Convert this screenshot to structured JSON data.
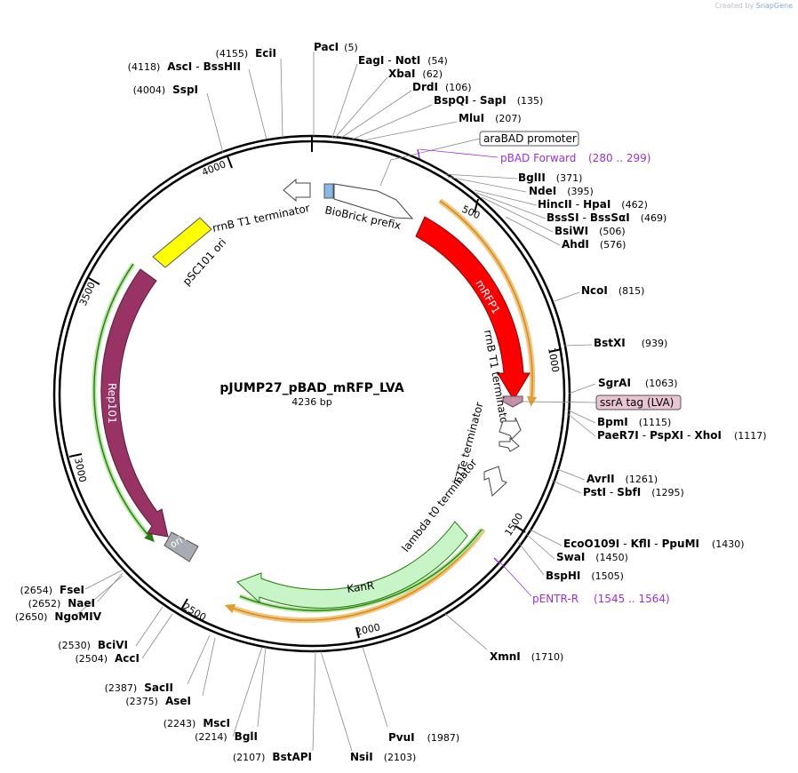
{
  "app": {
    "credit": "Created by",
    "brand": "SnapGene"
  },
  "plasmid": {
    "name": "pJUMP27_pBAD_mRFP_LVA",
    "length_label": "4236 bp",
    "length": 4236
  },
  "ruler": [
    "500",
    "1000",
    "1500",
    "2000",
    "2500",
    "3000",
    "3500",
    "4000"
  ],
  "features": [
    {
      "name": "araBAD promoter",
      "type": "boxed-label"
    },
    {
      "name": "BioBrick prefix",
      "type": "misc"
    },
    {
      "name": "mRFP1",
      "type": "cds",
      "color": "#ff0000"
    },
    {
      "name": "ssrA tag (LVA)",
      "type": "tag",
      "color": "#c890a8"
    },
    {
      "name": "rrnB T1 terminator",
      "type": "terminator"
    },
    {
      "name": "T7Te terminator",
      "type": "terminator"
    },
    {
      "name": "lambda t0 terminator",
      "type": "terminator"
    },
    {
      "name": "KanR",
      "type": "cds",
      "color": "#c8f5c8"
    },
    {
      "name": "oriT",
      "type": "misc",
      "color": "#9aa0a8"
    },
    {
      "name": "Rep101",
      "type": "cds",
      "color": "#993366"
    },
    {
      "name": "pSC101 ori",
      "type": "rep_origin",
      "color": "#ffff00"
    },
    {
      "name": "rrnB T1 terminator",
      "type": "terminator"
    }
  ],
  "primers": [
    {
      "name": "pBAD Forward",
      "range": "(280 .. 299)"
    },
    {
      "name": "pENTR-R",
      "range": "(1545 .. 1564)"
    }
  ],
  "sites": {
    "PacI": {
      "n": "PacI",
      "p": "(5)"
    },
    "EagI": {
      "n": "EagI",
      "p": ""
    },
    "NotI": {
      "n": "NotI",
      "p": "(54)"
    },
    "XbaI": {
      "n": "XbaI",
      "p": "(62)"
    },
    "DrdI": {
      "n": "DrdI",
      "p": "(106)"
    },
    "BspQI": {
      "n": "BspQI",
      "p": ""
    },
    "SapI": {
      "n": "SapI",
      "p": "(135)"
    },
    "MluI": {
      "n": "MluI",
      "p": "(207)"
    },
    "BglII": {
      "n": "BglII",
      "p": "(371)"
    },
    "NdeI": {
      "n": "NdeI",
      "p": "(395)"
    },
    "HincII": {
      "n": "HincII",
      "p": ""
    },
    "HpaI": {
      "n": "HpaI",
      "p": "(462)"
    },
    "BssSI": {
      "n": "BssSI",
      "p": ""
    },
    "BssSaI": {
      "n": "BssSαI",
      "p": "(469)"
    },
    "BsiWI": {
      "n": "BsiWI",
      "p": "(506)"
    },
    "AhdI": {
      "n": "AhdI",
      "p": "(576)"
    },
    "NcoI": {
      "n": "NcoI",
      "p": "(815)"
    },
    "BstXI": {
      "n": "BstXI",
      "p": "(939)"
    },
    "SgrAI": {
      "n": "SgrAI",
      "p": "(1063)"
    },
    "BpmI": {
      "n": "BpmI",
      "p": "(1115)"
    },
    "PaeR7I": {
      "n": "PaeR7I",
      "p": ""
    },
    "PspXI": {
      "n": "PspXI",
      "p": ""
    },
    "XhoI": {
      "n": "XhoI",
      "p": "(1117)"
    },
    "AvrII": {
      "n": "AvrII",
      "p": "(1261)"
    },
    "PstI": {
      "n": "PstI",
      "p": ""
    },
    "SbfI": {
      "n": "SbfI",
      "p": "(1295)"
    },
    "EcoO109I": {
      "n": "EcoO109I",
      "p": ""
    },
    "KflI": {
      "n": "KflI",
      "p": ""
    },
    "PpuMI": {
      "n": "PpuMI",
      "p": "(1430)"
    },
    "SwaI": {
      "n": "SwaI",
      "p": "(1450)"
    },
    "BspHI": {
      "n": "BspHI",
      "p": "(1505)"
    },
    "XmnI": {
      "n": "XmnI",
      "p": "(1710)"
    },
    "PvuI": {
      "n": "PvuI",
      "p": "(1987)"
    },
    "NsiI": {
      "n": "NsiI",
      "p": "(2103)"
    },
    "BstAPI": {
      "n": "BstAPI",
      "p": "(2107)"
    },
    "BglI": {
      "n": "BglI",
      "p": "(2214)"
    },
    "MscI": {
      "n": "MscI",
      "p": "(2243)"
    },
    "AseI": {
      "n": "AseI",
      "p": "(2375)"
    },
    "SacII": {
      "n": "SacII",
      "p": "(2387)"
    },
    "AccI": {
      "n": "AccI",
      "p": "(2504)"
    },
    "BciVI": {
      "n": "BciVI",
      "p": "(2530)"
    },
    "NgoMIV": {
      "n": "NgoMIV",
      "p": "(2650)"
    },
    "NaeI": {
      "n": "NaeI",
      "p": "(2652)"
    },
    "FseI": {
      "n": "FseI",
      "p": "(2654)"
    },
    "SspI": {
      "n": "SspI",
      "p": "(4004)"
    },
    "AscI": {
      "n": "AscI",
      "p": "(4118)"
    },
    "BssHII": {
      "n": "BssHII",
      "p": ""
    },
    "EciI": {
      "n": "EciI",
      "p": "(4155)"
    }
  }
}
